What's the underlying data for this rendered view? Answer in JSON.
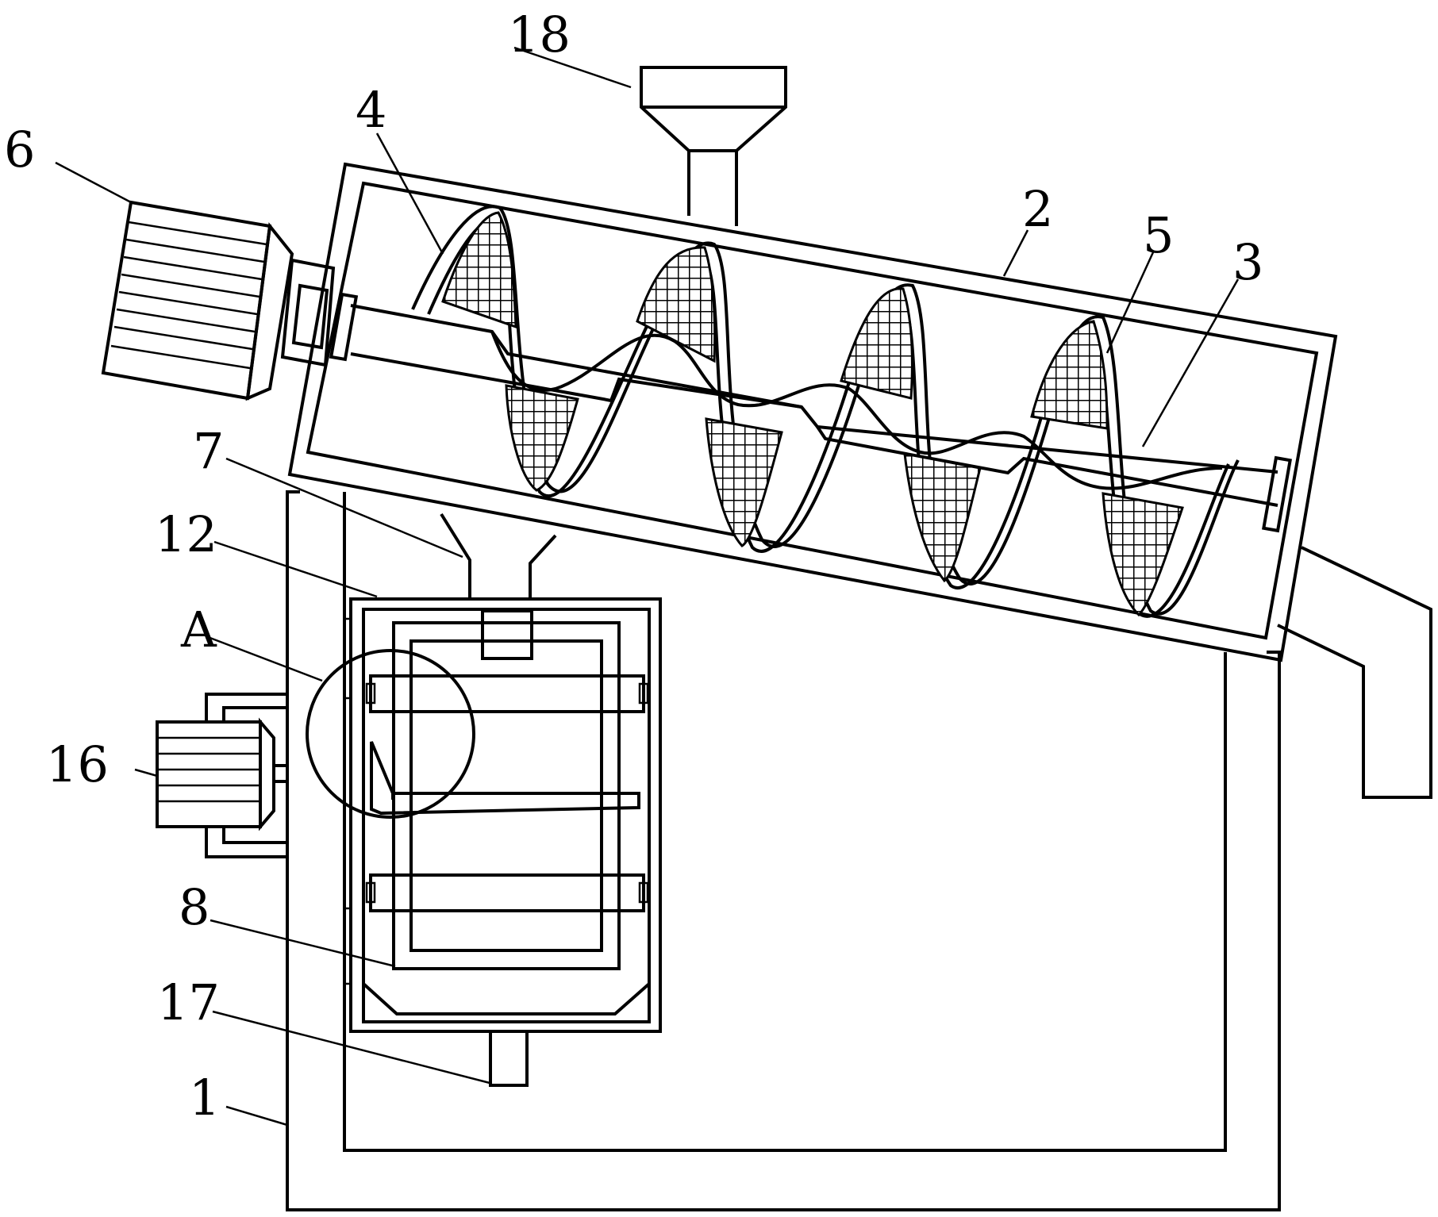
{
  "labels": {
    "l1": "1",
    "l2": "2",
    "l3": "3",
    "l4": "4",
    "l5": "5",
    "l6": "6",
    "l7": "7",
    "l8": "8",
    "l12": "12",
    "l16": "16",
    "l17": "17",
    "l18": "18",
    "lA": "A"
  }
}
